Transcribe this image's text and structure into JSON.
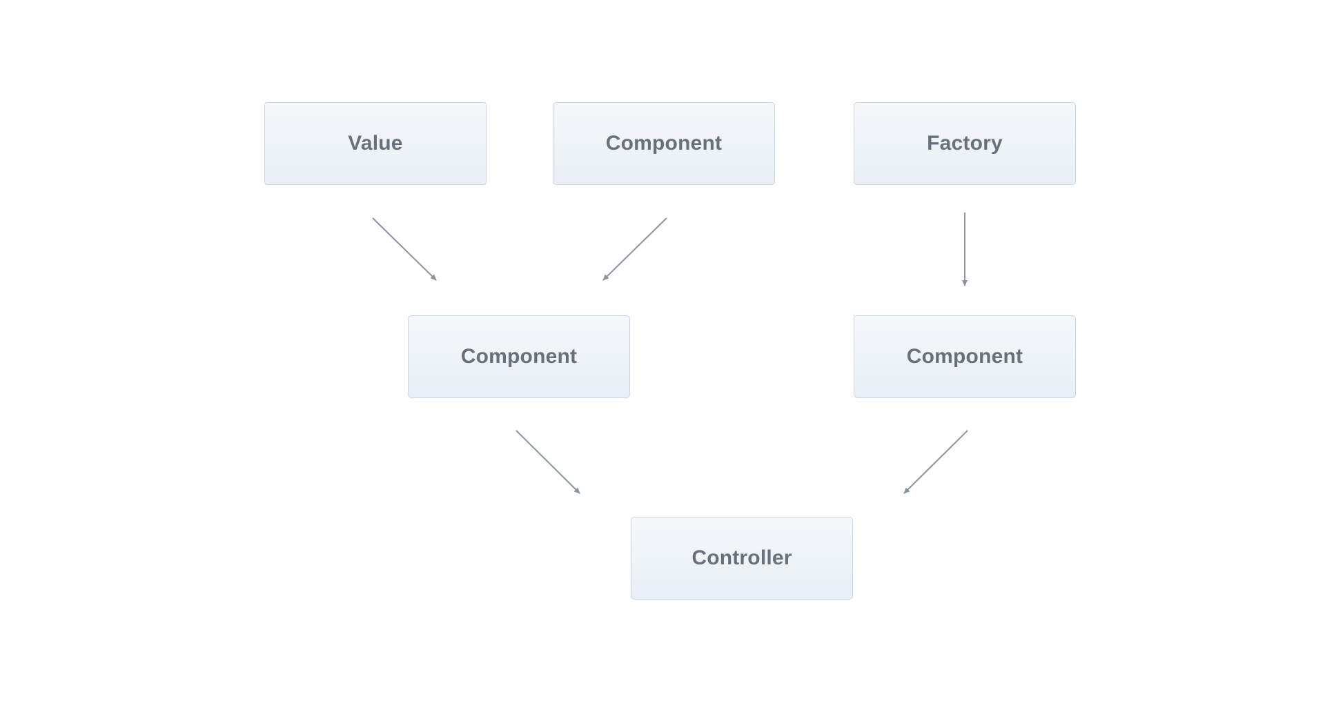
{
  "diagram": {
    "nodes": [
      {
        "id": "value",
        "label": "Value"
      },
      {
        "id": "component_top",
        "label": "Component"
      },
      {
        "id": "factory",
        "label": "Factory"
      },
      {
        "id": "component_mid_left",
        "label": "Component"
      },
      {
        "id": "component_mid_right",
        "label": "Component"
      },
      {
        "id": "controller",
        "label": "Controller"
      }
    ],
    "edges": [
      {
        "from": "value",
        "to": "component_mid_left"
      },
      {
        "from": "component_top",
        "to": "component_mid_left"
      },
      {
        "from": "factory",
        "to": "component_mid_right"
      },
      {
        "from": "component_mid_left",
        "to": "controller"
      },
      {
        "from": "component_mid_right",
        "to": "controller"
      }
    ],
    "colors": {
      "node_border": "#cbd6e2",
      "node_fill_top": "#f5f8fb",
      "node_fill_bottom": "#e9eff5",
      "label_text": "#68707b",
      "arrow": "#8a949f"
    }
  }
}
